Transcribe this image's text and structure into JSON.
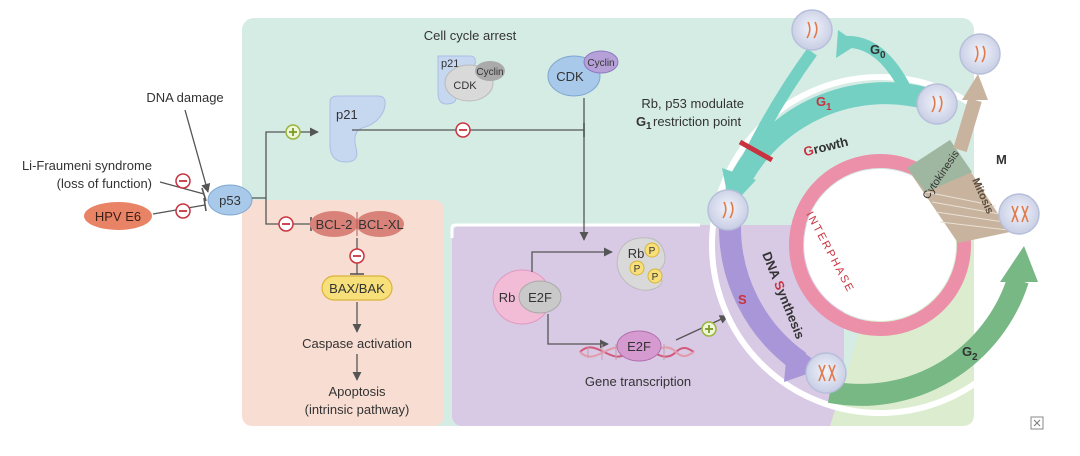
{
  "labels": {
    "dna_damage": "DNA damage",
    "li_fraumeni_1": "Li-Fraumeni syndrome",
    "li_fraumeni_2": "(loss of function)",
    "hpv": "HPV E6",
    "p53": "p53",
    "p21": "p21",
    "cell_cycle_arrest": "Cell cycle arrest",
    "complex_p21": "p21",
    "complex_cyclin": "Cyclin",
    "complex_cdk": "CDK",
    "cdk": "CDK",
    "cyclin": "Cyclin",
    "bcl2": "BCL-2",
    "bclxl": "BCL-XL",
    "baxbak": "BAX/BAK",
    "caspase": "Caspase activation",
    "apoptosis_1": "Apoptosis",
    "apoptosis_2": "(intrinsic pathway)",
    "rb_free": "Rb",
    "phospho": "P",
    "rb_bound": "Rb",
    "e2f_bound": "E2F",
    "e2f_dna": "E2F",
    "gene_transcription": "Gene transcription",
    "restriction_1": "Rb, p53 modulate",
    "restriction_g": "G",
    "restriction_sub": "1",
    "restriction_2": "restriction point",
    "g0_main": "G",
    "g0_sub": "0",
    "g1_main": "G",
    "g1_sub": "1",
    "growth_first": "G",
    "growth_rest": "rowth",
    "interphase": "INTERPHASE",
    "s_letter": "S",
    "dna_synth_1": "DNA ",
    "dna_synth_s": "S",
    "dna_synth_2": "ynthesis",
    "cytokinesis": "Cytokinesis",
    "mitosis": "Mitosis",
    "m_phase": "M",
    "g2_main": "G",
    "g2_sub": "2",
    "corner_icon": "magnify-icon"
  },
  "colors": {
    "teal_bg": "#d5ece5",
    "salmon_bg": "#f8ddd2",
    "purple_bg": "#d8c9e5",
    "green_bg": "#dcedcf",
    "p53_blue": "#a9c9ea",
    "inhibit_red": "#c8333f",
    "activate_green": "#9ab53b",
    "hpv_orange": "#e98366",
    "interphase_pink": "#ec8fa9",
    "g1_arrow": "#74d0c3",
    "s_arrow": "#a896d8",
    "g2_arrow": "#78b885",
    "m_tan": "#c8b49e"
  }
}
